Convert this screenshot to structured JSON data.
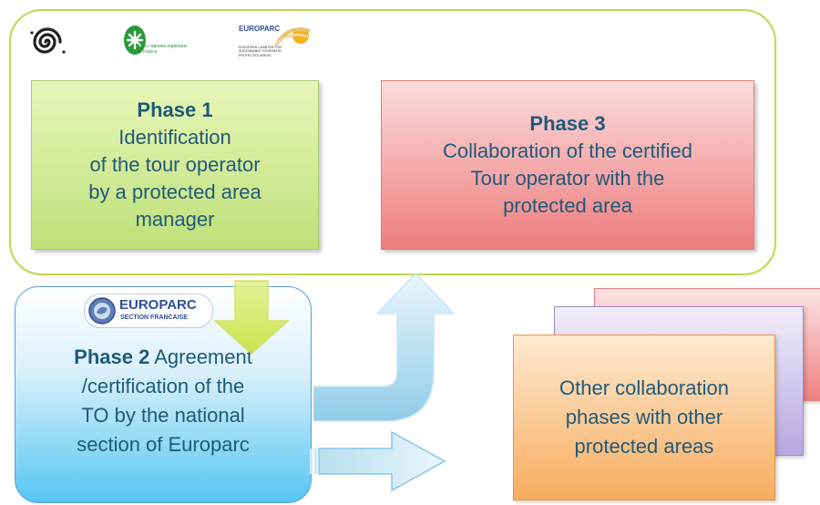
{
  "logos": {
    "europarc_header_small": "EUROPARC",
    "europarc_header_caption": "EUROPEAN CHARTER FOR SUSTAINABLE TOURISM IN PROTECTED AREAS",
    "pnr_label": "Parcs naturels régionaux de France",
    "europarc_section_name": "EUROPARC",
    "europarc_section_sub": "SECTION FRANCAISE"
  },
  "phase1": {
    "title": "Phase 1",
    "body_line1": "Identification",
    "body_line2": "of the tour operator",
    "body_line3": "by a protected area",
    "body_line4": "manager"
  },
  "phase3": {
    "title": "Phase 3",
    "body_line1": "Collaboration of the certified",
    "body_line2": "Tour operator with the",
    "body_line3": "protected area"
  },
  "phase2": {
    "title": "Phase 2",
    "body_line1_rest": " Agreement",
    "body_line2": "/certification of the",
    "body_line3": "TO by the national",
    "body_line4": "section of Europarc"
  },
  "other": {
    "line1": "Other collaboration",
    "line2": "phases with other",
    "line3": "protected areas"
  },
  "colors": {
    "text": "#1f5a7a",
    "container_border": "#c6d64a",
    "phase1_fill": "#cfe98f",
    "phase3_fill": "#f39a9b",
    "phase2_fill": "#55c6f2",
    "arrow_green": "#d6ea5c",
    "arrow_blue": "#9fd3ec"
  }
}
